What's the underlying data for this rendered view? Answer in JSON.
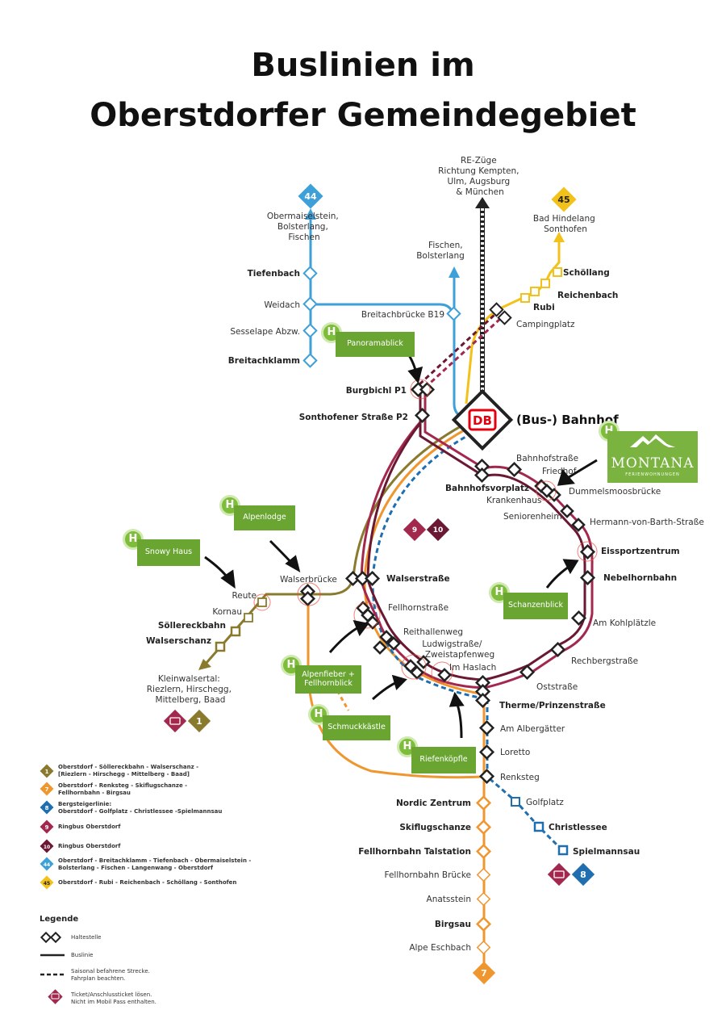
{
  "title": {
    "line1": "Buslinien im",
    "line2": "Oberstdorfer Gemeindegebiet"
  },
  "colors": {
    "line1": "#8a7a2e",
    "line7": "#f0962f",
    "line8": "#1f6fb0",
    "line9": "#a3284d",
    "line10": "#6b1833",
    "line44": "#3ea0d8",
    "line45": "#f2c21a",
    "rail": "#222222",
    "db_red": "#e3000f",
    "poi_green": "#6aa532"
  },
  "rail": {
    "label_lines": [
      "RE-Züge",
      "Richtung Kempten,",
      "Ulm, Augsburg",
      "& München"
    ]
  },
  "hub": {
    "logo": "DB",
    "label": "(Bus-) Bahnhof"
  },
  "badges": {
    "l44": "44",
    "l45": "45",
    "l1": "1",
    "l8": "8",
    "l7": "7",
    "l9": "9",
    "l10": "10"
  },
  "stops": {
    "obermaiselstein": [
      "Obermaiselstein,",
      "Bolsterlang,",
      "Fischen"
    ],
    "tiefenbach": "Tiefenbach",
    "weidach": "Weidach",
    "sesselape": "Sesselape Abzw.",
    "breitachklamm": "Breitachklamm",
    "fischen": [
      "Fischen,",
      "Bolsterlang"
    ],
    "breitachbruecke": "Breitachbrücke B19",
    "badhindelang": [
      "Bad Hindelang",
      "Sonthofen"
    ],
    "schoellang": "Schöllang",
    "reichenbach": "Reichenbach",
    "rubi": "Rubi",
    "campingplatz": "Campingplatz",
    "burgbichl": "Burgbichl P1",
    "sonthofener": "Sonthofener Straße P2",
    "bahnhofstrasse": "Bahnhofstraße",
    "friedhof": "Friedhof",
    "bahnhofsvorplatz": "Bahnhofsvorplatz",
    "dummelsmoos": "Dummelsmoosbrücke",
    "krankenhaus": "Krankenhaus",
    "seniorenheim": "Seniorenheim",
    "hermann": "Hermann-von-Barth-Straße",
    "eissport": "Eissportzentrum",
    "nebelhorn": "Nebelhornbahn",
    "kohlplaetzle": "Am Kohlplätzle",
    "rechberg": "Rechbergstraße",
    "oststrasse": "Oststraße",
    "therme": "Therme/Prinzenstraße",
    "albergaetter": "Am Albergätter",
    "loretto": "Loretto",
    "renksteg": "Renksteg",
    "golfplatz": "Golfplatz",
    "christlessee": "Christlessee",
    "spielmannsau": "Spielmannsau",
    "nordic": "Nordic Zentrum",
    "skiflug": "Skiflugschanze",
    "fellhorntal": "Fellhornbahn Talstation",
    "fellhornbruecke": "Fellhornbahn Brücke",
    "anatsstein": "Anatsstein",
    "birgsau": "Birgsau",
    "alpe": "Alpe Eschbach",
    "walserstrasse": "Walserstraße",
    "walserbruecke": "Walserbrücke",
    "fellhornstrasse": "Fellhornstraße",
    "reithallenweg": "Reithallenweg",
    "ludwig": [
      "Ludwigstraße/",
      "Zweistapfenweg"
    ],
    "imhaslach": "Im Haslach",
    "reute": "Reute",
    "kornau": "Kornau",
    "soellereck": "Söllereckbahn",
    "walserschanz": "Walserschanz",
    "kleinwalsertal": [
      "Kleinwalsertal:",
      "Riezlern, Hirschegg,",
      "Mittelberg, Baad"
    ]
  },
  "pois": {
    "panoramablick": "Panoramablick",
    "alpenlodge": "Alpenlodge",
    "snowyhaus": "Snowy Haus",
    "schanzenblick": "Schanzenblick",
    "alpenfieber": [
      "Alpenfieber +",
      "Fellhornblick"
    ],
    "schmuckkaestle": "Schmuckkästle",
    "riefenkoepfle": "Riefenköpfle",
    "h": "H",
    "montana_name": "MONTANA",
    "montana_sub": "FERIENWOHNUNGEN"
  },
  "legend_lines": [
    {
      "badge": "1",
      "color": "#8a7a2e",
      "text": [
        "Oberstdorf - Söllereckbahn - Walserschanz -",
        "[Riezlern - Hirschegg - Mittelberg - Baad]"
      ]
    },
    {
      "badge": "7",
      "color": "#f0962f",
      "text": [
        "Oberstdorf - Renksteg - Skiflugschanze -",
        "Fellhornbahn - Birgsau"
      ]
    },
    {
      "badge": "8",
      "color": "#1f6fb0",
      "text": [
        "Bergsteigerlinie:",
        "Oberstdorf - Golfplatz - Christlessee -Spielmannsau"
      ]
    },
    {
      "badge": "9",
      "color": "#a3284d",
      "text": [
        "Ringbus Oberstdorf"
      ]
    },
    {
      "badge": "10",
      "color": "#6b1833",
      "text": [
        "Ringbus Oberstdorf"
      ]
    },
    {
      "badge": "44",
      "color": "#3ea0d8",
      "text": [
        "Oberstdorf - Breitachklamm - Tiefenbach - Obermaiselstein -",
        "Bolsterlang - Fischen - Langenwang - Oberstdorf"
      ]
    },
    {
      "badge": "45",
      "color": "#f2c21a",
      "text": [
        "Oberstdorf - Rubi - Reichenbach - Schöllang - Sonthofen"
      ]
    }
  ],
  "legend": {
    "title": "Legende",
    "stop": "Haltestelle",
    "busline": "Buslinie",
    "seasonal": [
      "Saisonal befahrene Strecke.",
      "Fahrplan beachten."
    ],
    "ticket": [
      "Ticket/Anschlussticket lösen.",
      "Nicht im Mobil Pass enthalten."
    ]
  }
}
